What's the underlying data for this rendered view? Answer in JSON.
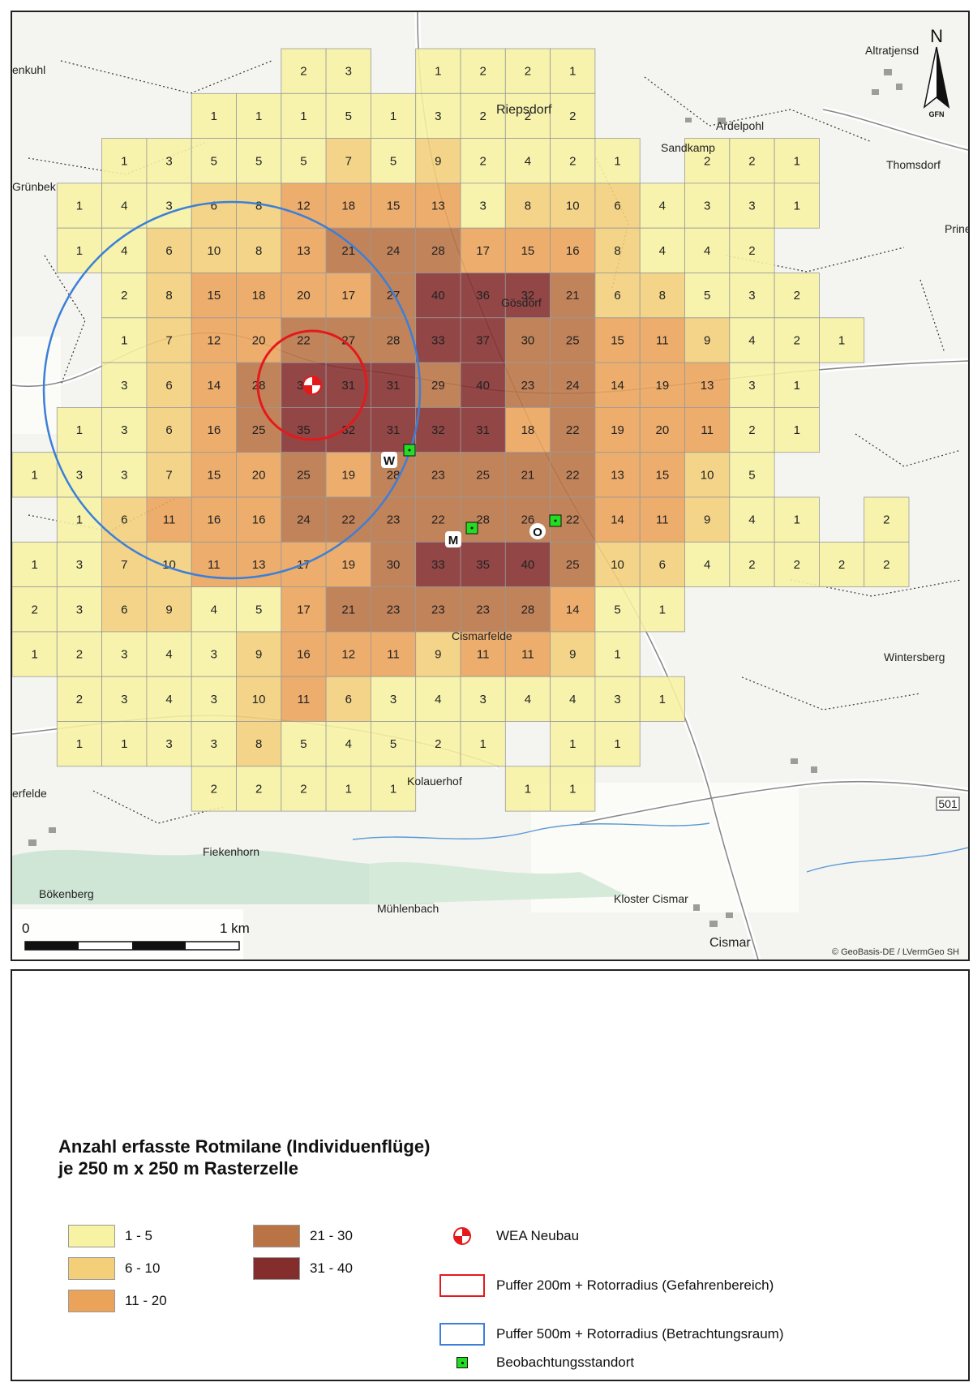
{
  "map": {
    "north_label": "N",
    "north_sub": "GFN",
    "scale_start": "0",
    "scale_end": "1 km",
    "copyright": "© GeoBasis-DE / LVermGeo SH",
    "station_labels": [
      "W",
      "M",
      "O"
    ],
    "places": [
      "Altratjensd",
      "Riepsdorf",
      "Ardelpohl",
      "Thomsdorf",
      "Grünbek",
      "Gösdorf",
      "Bökenberg",
      "Cismar",
      "Cismarfelde",
      "Kolauerhof",
      "Fiekenhorn",
      "Wintersberg",
      "Mühlenbach",
      "Kloster Cismar",
      "erfelde",
      "enkuhl",
      "Sandkamp",
      "Prinee",
      "501"
    ],
    "grid_rows": [
      [
        null,
        null,
        null,
        null,
        null,
        null,
        2,
        3,
        null,
        1,
        2,
        2,
        1,
        null,
        null,
        null,
        null,
        null,
        null,
        null
      ],
      [
        null,
        null,
        null,
        null,
        1,
        1,
        1,
        5,
        1,
        3,
        2,
        2,
        2,
        null,
        null,
        null,
        null,
        null,
        null,
        null
      ],
      [
        null,
        null,
        1,
        3,
        5,
        5,
        5,
        7,
        5,
        9,
        2,
        4,
        2,
        1,
        null,
        2,
        2,
        1,
        null,
        null
      ],
      [
        null,
        1,
        4,
        3,
        6,
        8,
        12,
        18,
        15,
        13,
        3,
        8,
        10,
        6,
        4,
        3,
        3,
        1,
        null,
        null
      ],
      [
        null,
        1,
        4,
        6,
        10,
        8,
        13,
        21,
        24,
        28,
        17,
        15,
        16,
        8,
        4,
        4,
        2,
        null,
        null,
        null
      ],
      [
        null,
        null,
        2,
        8,
        15,
        18,
        20,
        17,
        27,
        40,
        36,
        32,
        21,
        6,
        8,
        5,
        3,
        2,
        null,
        null
      ],
      [
        null,
        null,
        1,
        7,
        12,
        20,
        22,
        27,
        28,
        33,
        37,
        30,
        25,
        15,
        11,
        9,
        4,
        2,
        1,
        null
      ],
      [
        null,
        null,
        3,
        6,
        14,
        28,
        35,
        31,
        31,
        29,
        40,
        23,
        24,
        14,
        19,
        13,
        3,
        1,
        null,
        null
      ],
      [
        null,
        1,
        3,
        6,
        16,
        25,
        35,
        32,
        31,
        32,
        31,
        18,
        22,
        19,
        20,
        11,
        2,
        1,
        null,
        null
      ],
      [
        1,
        3,
        3,
        7,
        15,
        20,
        25,
        19,
        28,
        23,
        25,
        21,
        22,
        13,
        15,
        10,
        5,
        null,
        null,
        null
      ],
      [
        null,
        1,
        6,
        11,
        16,
        16,
        24,
        22,
        23,
        22,
        28,
        26,
        22,
        14,
        11,
        9,
        4,
        1,
        null,
        2
      ],
      [
        1,
        3,
        7,
        10,
        11,
        13,
        17,
        19,
        30,
        33,
        35,
        40,
        25,
        10,
        6,
        4,
        2,
        2,
        2,
        2
      ],
      [
        2,
        3,
        6,
        9,
        4,
        5,
        17,
        21,
        23,
        23,
        23,
        28,
        14,
        5,
        1,
        null,
        null,
        null,
        null,
        null
      ],
      [
        1,
        2,
        3,
        4,
        3,
        9,
        16,
        12,
        11,
        9,
        11,
        11,
        9,
        1,
        null,
        null,
        null,
        null,
        null,
        null
      ],
      [
        null,
        2,
        3,
        4,
        3,
        10,
        11,
        6,
        3,
        4,
        3,
        4,
        4,
        3,
        1,
        null,
        null,
        null,
        null,
        null
      ],
      [
        null,
        1,
        1,
        3,
        3,
        8,
        5,
        4,
        5,
        2,
        1,
        null,
        1,
        1,
        null,
        null,
        null,
        null,
        null,
        null
      ],
      [
        null,
        null,
        null,
        null,
        2,
        2,
        2,
        1,
        1,
        null,
        null,
        1,
        1,
        null,
        null,
        null,
        null,
        null,
        null,
        null
      ]
    ]
  },
  "legend": {
    "title_line1": "Anzahl erfasste Rotmilane (Individuenflüge)",
    "title_line2": "je 250 m x 250 m Rasterzelle",
    "classes": [
      {
        "label": "1 - 5",
        "color": "#f7f3a3"
      },
      {
        "label": "6 - 10",
        "color": "#f3cf7a"
      },
      {
        "label": "11 - 20",
        "color": "#eba35a"
      },
      {
        "label": "21 - 30",
        "color": "#b97344"
      },
      {
        "label": "31 - 40",
        "color": "#842d2d"
      }
    ],
    "wea_label": "WEA Neubau",
    "buffer200_label": "Puffer 200m + Rotorradius (Gefahrenbereich)",
    "buffer500_label": "Puffer 500m + Rotorradius (Betrachtungsraum)",
    "station_label": "Beobachtungsstandort"
  },
  "colors": {
    "red_buffer": "#e31a1c",
    "blue_buffer": "#3b7fd9",
    "station": "#22dd22"
  }
}
